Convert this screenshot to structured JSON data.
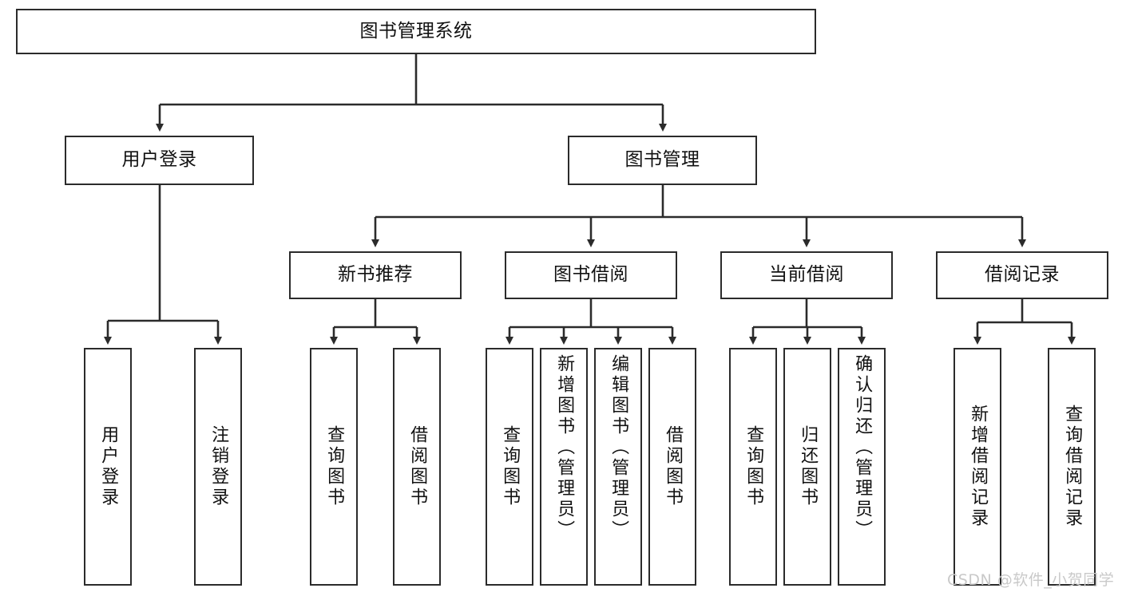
{
  "diagram": {
    "title_box": {
      "label": "图书管理系统"
    },
    "level2": [
      {
        "id": "user-login",
        "label": "用户登录"
      },
      {
        "id": "book-management",
        "label": "图书管理"
      }
    ],
    "level3": [
      {
        "id": "new-book-recommend",
        "label": "新书推荐"
      },
      {
        "id": "book-borrow",
        "label": "图书借阅"
      },
      {
        "id": "current-borrow",
        "label": "当前借阅"
      },
      {
        "id": "borrow-record",
        "label": "借阅记录"
      }
    ],
    "leaves": {
      "user_login": [
        {
          "id": "leaf-user-login",
          "label": "用户登录"
        },
        {
          "id": "leaf-logout-login",
          "label": "注销登录"
        }
      ],
      "new_book_recommend": [
        {
          "id": "leaf-query-book-1",
          "label": "查询图书"
        },
        {
          "id": "leaf-borrow-book-1",
          "label": "借阅图书"
        }
      ],
      "book_borrow": [
        {
          "id": "leaf-query-book-2",
          "label": "查询图书"
        },
        {
          "id": "leaf-add-book",
          "label": "新增图书（管理员）"
        },
        {
          "id": "leaf-edit-book",
          "label": "编辑图书（管理员）"
        },
        {
          "id": "leaf-borrow-book-2",
          "label": "借阅图书"
        }
      ],
      "current_borrow": [
        {
          "id": "leaf-query-book-3",
          "label": "查询图书"
        },
        {
          "id": "leaf-return-book",
          "label": "归还图书"
        },
        {
          "id": "leaf-confirm-return",
          "label": "确认归还（管理员）"
        }
      ],
      "borrow_record": [
        {
          "id": "leaf-add-record",
          "label": "新增借阅记录"
        },
        {
          "id": "leaf-query-record",
          "label": "查询借阅记录"
        }
      ]
    },
    "watermark": "CSDN @软件_小贺同学",
    "colors": {
      "stroke": "#2b2b2b",
      "background": "#ffffff",
      "text": "#111111",
      "watermark": "#c9c9c9"
    }
  }
}
